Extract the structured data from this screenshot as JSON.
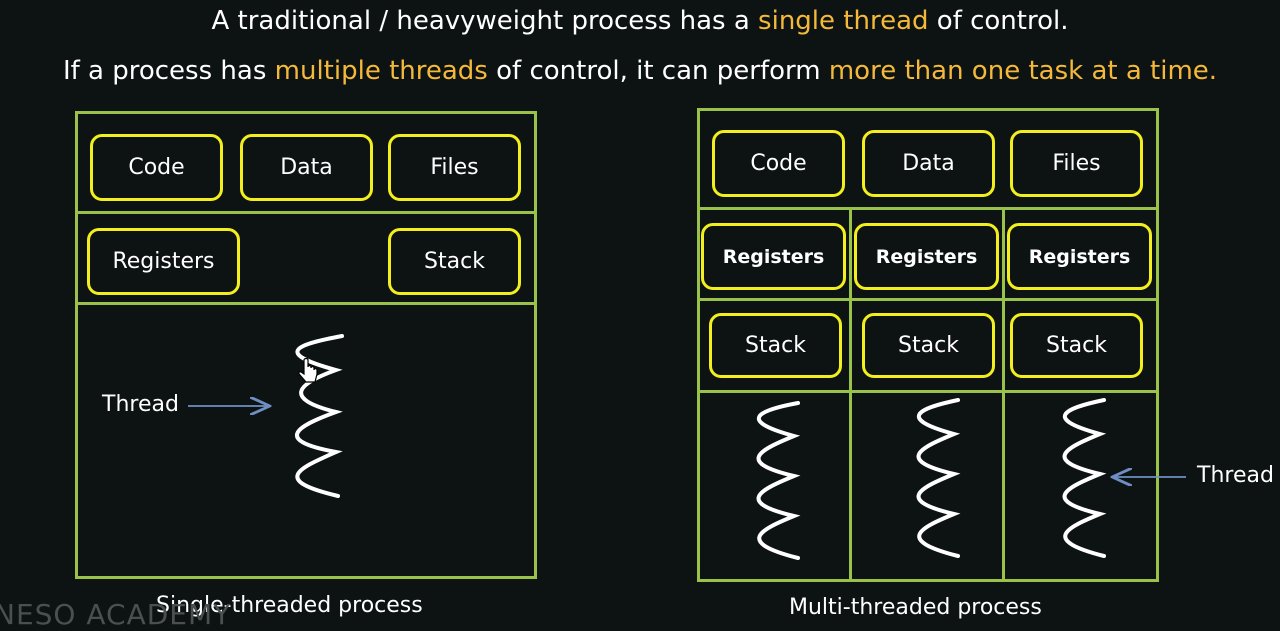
{
  "headline": {
    "line1": {
      "part1": "A traditional / heavyweight process has a ",
      "highlight1": "single thread",
      "part2": " of control."
    },
    "line2": {
      "part1": "If a process has ",
      "highlight1": "multiple threads",
      "part2": " of control, it can perform ",
      "highlight2": "more than one task at a time."
    }
  },
  "single": {
    "code": "Code",
    "data": "Data",
    "files": "Files",
    "registers": "Registers",
    "stack": "Stack",
    "thread_label": "Thread",
    "caption": "Single-threaded process"
  },
  "multi": {
    "code": "Code",
    "data": "Data",
    "files": "Files",
    "registers": [
      "Registers",
      "Registers",
      "Registers"
    ],
    "stacks": [
      "Stack",
      "Stack",
      "Stack"
    ],
    "thread_label": "Thread",
    "caption": "Multi-threaded process"
  },
  "watermark": "NESO ACADEMY",
  "colors": {
    "background": "#0d1212",
    "panel_border": "#9ac24a",
    "box_border": "#f3ef1e",
    "highlight": "#f5b93a",
    "arrow": "#6f8fc4"
  }
}
